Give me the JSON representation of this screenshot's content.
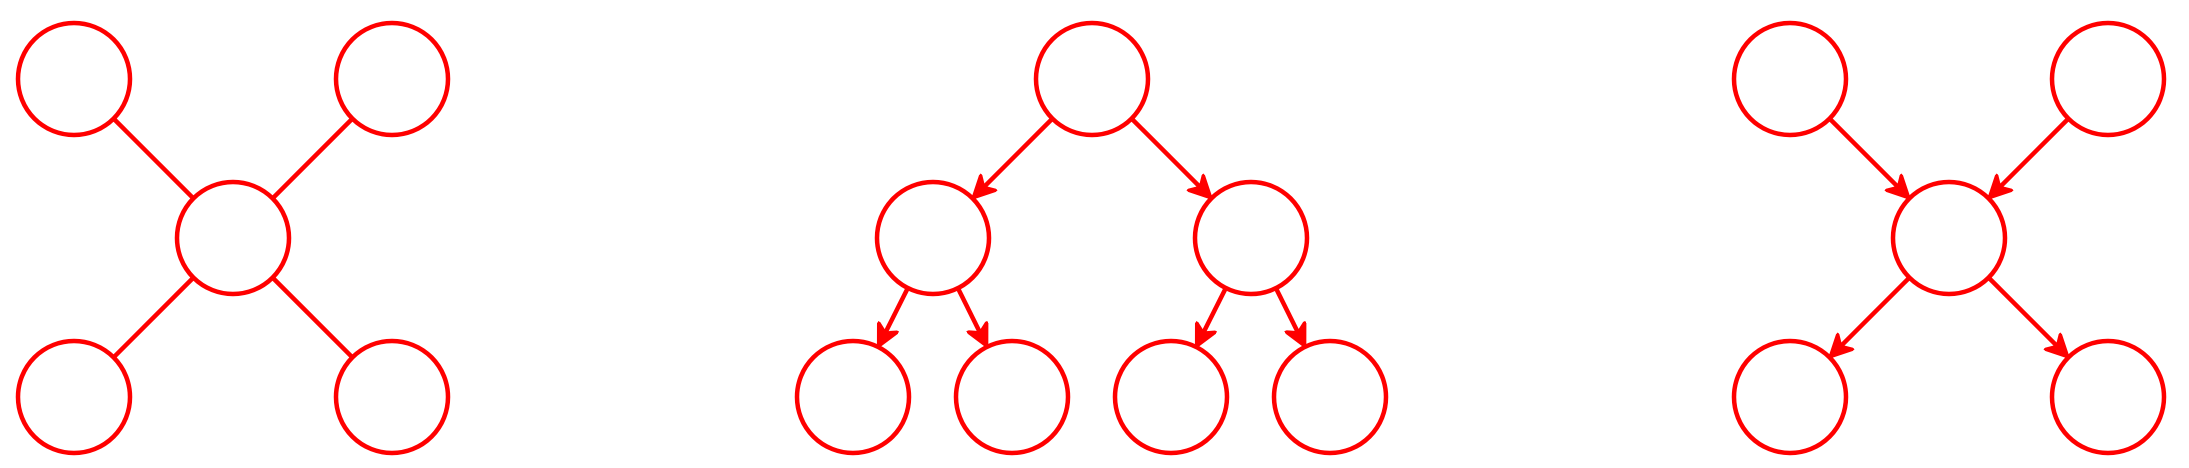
{
  "colors": {
    "stroke": "#ff0000",
    "background": "#ffffff"
  },
  "diagrams": [
    {
      "id": "undirected-star",
      "type": "undirected",
      "nodes": [
        "n1",
        "n2",
        "center",
        "n3",
        "n4"
      ],
      "edges": [
        {
          "from": "n1",
          "to": "center",
          "directed": false
        },
        {
          "from": "n2",
          "to": "center",
          "directed": false
        },
        {
          "from": "center",
          "to": "n3",
          "directed": false
        },
        {
          "from": "center",
          "to": "n4",
          "directed": false
        }
      ]
    },
    {
      "id": "directed-tree",
      "type": "directed",
      "nodes": [
        "root",
        "left",
        "right",
        "ll",
        "lr",
        "rl",
        "rr"
      ],
      "edges": [
        {
          "from": "root",
          "to": "left",
          "directed": true
        },
        {
          "from": "root",
          "to": "right",
          "directed": true
        },
        {
          "from": "left",
          "to": "ll",
          "directed": true
        },
        {
          "from": "left",
          "to": "lr",
          "directed": true
        },
        {
          "from": "right",
          "to": "rl",
          "directed": true
        },
        {
          "from": "right",
          "to": "rr",
          "directed": true
        }
      ]
    },
    {
      "id": "directed-convergent",
      "type": "directed",
      "nodes": [
        "p1",
        "p2",
        "center",
        "c1",
        "c2"
      ],
      "edges": [
        {
          "from": "p1",
          "to": "center",
          "directed": true
        },
        {
          "from": "p2",
          "to": "center",
          "directed": true
        },
        {
          "from": "center",
          "to": "c1",
          "directed": true
        },
        {
          "from": "center",
          "to": "c2",
          "directed": true
        }
      ]
    }
  ]
}
